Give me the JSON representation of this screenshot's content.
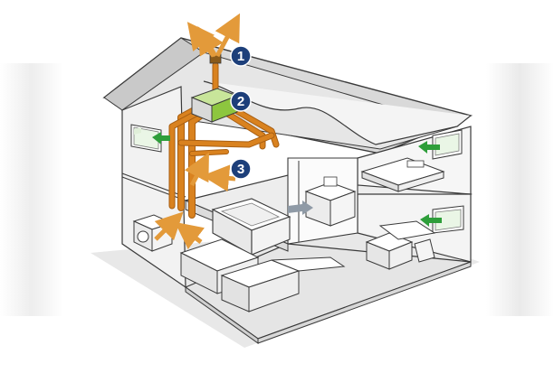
{
  "colors": {
    "duct": "#d9821f",
    "duct_dark": "#a95f12",
    "arrow_orange": "#e39a3a",
    "arrow_green": "#2e9e3a",
    "badge": "#1d3f7a",
    "unit": "#8dc63f",
    "roof": "#d4d4d4",
    "wall": "#ffffff",
    "floor": "#ececec",
    "line": "#3a3a3a"
  },
  "icons": [
    "exhaust-arrow-icon",
    "supply-arrow-icon",
    "ventilation-unit-icon"
  ],
  "callouts": [
    {
      "id": "1",
      "label": "1"
    },
    {
      "id": "2",
      "label": "2"
    },
    {
      "id": "3",
      "label": "3"
    }
  ]
}
